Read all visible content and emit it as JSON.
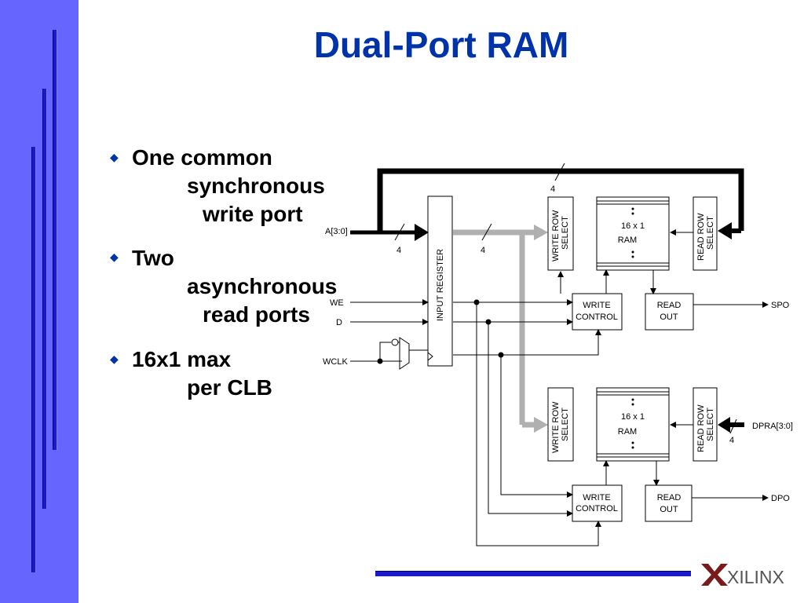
{
  "title": "Dual-Port RAM",
  "bullets": [
    {
      "line1": "One common",
      "line2": "synchronous",
      "line3": "write port"
    },
    {
      "line1": "Two",
      "line2": "asynchronous",
      "line3": "read ports"
    },
    {
      "line1": "16x1 max",
      "line2": "per CLB"
    }
  ],
  "diagram": {
    "input_register": "INPUT REGISTER",
    "write_row_select": [
      "WRITE ROW",
      "SELECT"
    ],
    "read_row_select": [
      "READ ROW",
      "SELECT"
    ],
    "ram": [
      "16 x 1",
      "RAM"
    ],
    "write_control": [
      "WRITE",
      "CONTROL"
    ],
    "read_out": [
      "READ",
      "OUT"
    ],
    "signals": {
      "addr": "A[3:0]",
      "we": "WE",
      "d": "D",
      "wclk": "WCLK",
      "spo": "SPO",
      "dpo": "DPO",
      "dpra": "DPRA[3:0]"
    },
    "bus_width": "4"
  },
  "logo": "XILINX",
  "colors": {
    "sidebar": "#6666ff",
    "accent_bar": "#1a1acc",
    "title": "#0033aa",
    "gray_bus": "#b0b0b0"
  }
}
